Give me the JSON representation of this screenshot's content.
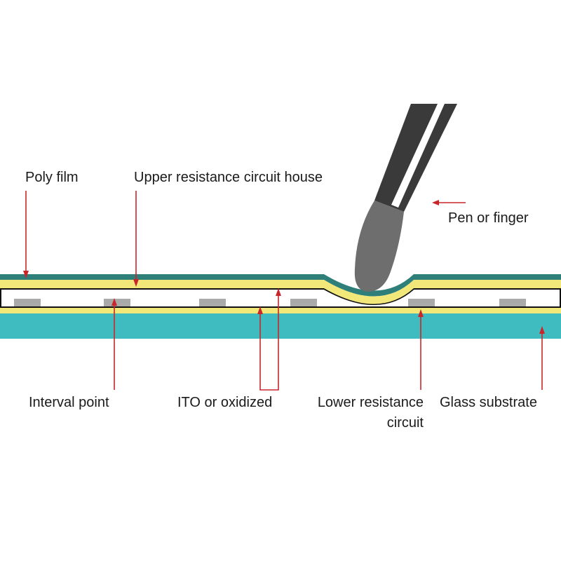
{
  "labels": {
    "poly_film": "Poly film",
    "upper_circuit": "Upper resistance circuit house",
    "pen_or_finger": "Pen or finger",
    "interval_point": "Interval point",
    "ito": "ITO or oxidized",
    "lower_circuit_line1": "Lower resistance",
    "lower_circuit_line2": "circuit",
    "glass_substrate": "Glass substrate"
  },
  "colors": {
    "poly_film": "#2e7f7a",
    "conductive_layer": "#f2e87a",
    "glass": "#3fbcbf",
    "spacer_dots": "#aaaaaa",
    "gap_outline": "#111111",
    "arrows": "#c8262b",
    "stylus_dark": "#3a3a3a",
    "stylus_tip": "#6e6e6e"
  },
  "icons": {
    "stylus": "stylus-pen-icon"
  }
}
